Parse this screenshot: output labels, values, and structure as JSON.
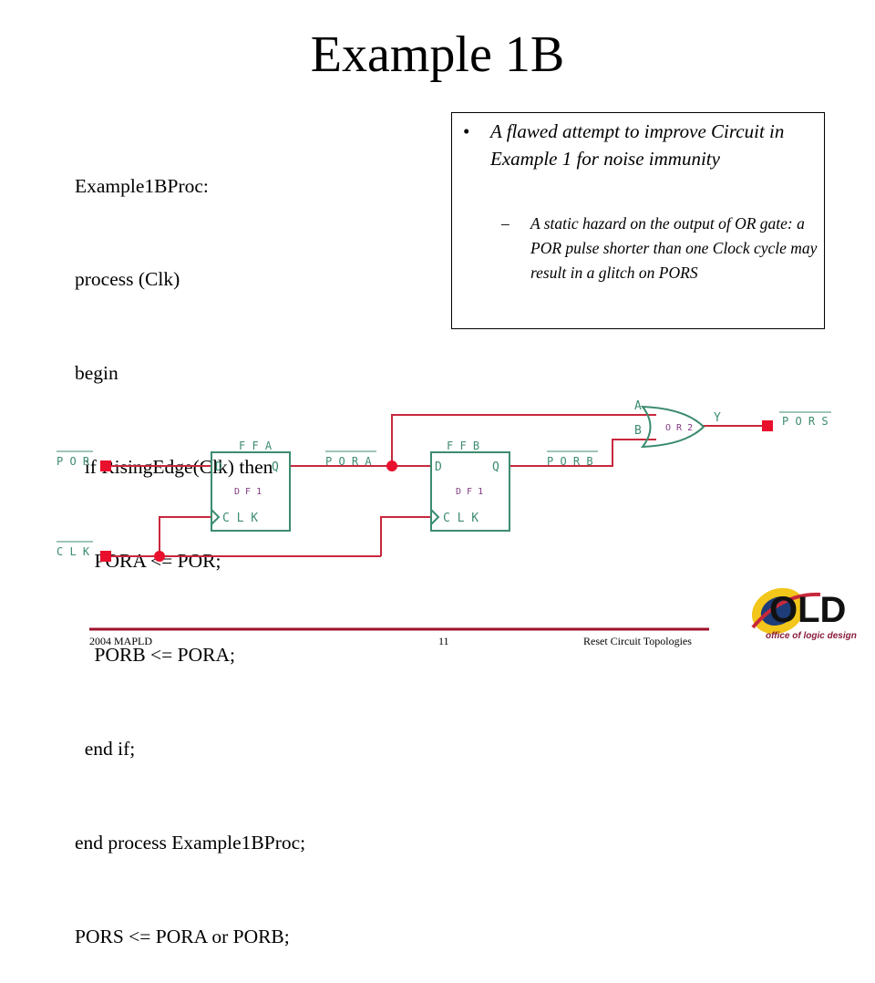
{
  "slide": {
    "title": "Example 1B",
    "code_lines": [
      "Example1BProc:",
      "process (Clk)",
      "begin",
      "  if RisingEdge(Clk) then",
      "    PORA <= POR;",
      "    PORB <= PORA;",
      "  end if;",
      "end process Example1BProc;",
      "PORS <= PORA or PORB;"
    ],
    "bullet": "A flawed attempt to improve Circuit in Example 1 for noise immunity",
    "sub_bullet": "A static hazard on the output of OR gate: a POR pulse shorter than one Clock cycle may result in a glitch on PORS",
    "bullet_marker": "•",
    "sub_marker": "–"
  },
  "circuit": {
    "input_por": "P O R",
    "input_clk": "C L K",
    "net_pora": "P O R A",
    "net_porb": "P O R B",
    "output_pors": "P O R S",
    "ffa_name": "F F A",
    "ffb_name": "F F B",
    "ff_type": "D F 1",
    "pin_d": "D",
    "pin_q": "Q",
    "pin_clk": "C L K",
    "gate_type": "O R 2",
    "gate_in_a": "A",
    "gate_in_b": "B",
    "gate_out_y": "Y",
    "wire_color": "#c8283c",
    "symbol_color": "#3c8c6e",
    "label_color": "#823c82"
  },
  "footer": {
    "left": "2004 MAPLD",
    "center": "11",
    "right": "Reset Circuit Topologies"
  },
  "logo": {
    "letters": "OLD",
    "tagline": "office of logic design"
  }
}
